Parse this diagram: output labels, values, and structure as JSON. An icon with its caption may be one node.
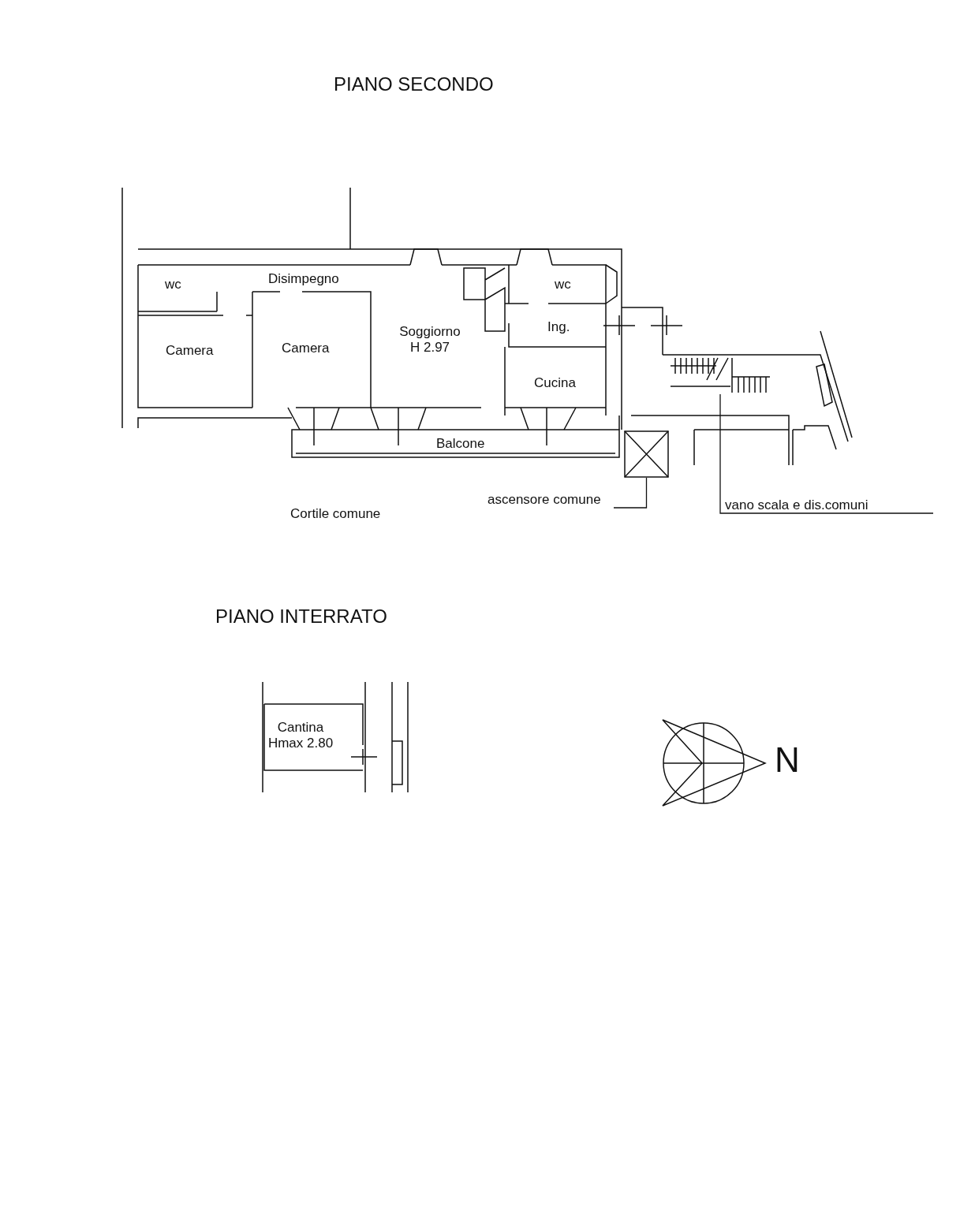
{
  "diagram": {
    "nodes": [
      {
        "text": [
          "ascensore comune"
        ]
      },
      {
        "text": [],
        "shape": "box"
      },
      {
        "text": [
          "vano scala e dis.comuni"
        ]
      },
      {
        "text": [],
        "shape": "picture"
      }
    ],
    "edges": [
      {
        "from": 0,
        "to": 1,
        "arrow": "none"
      },
      {
        "from": 2,
        "to": 3,
        "arrow": "none"
      }
    ],
    "labels": [
      "PIANO SECONDO",
      "wc",
      "Disimpegno",
      "wc",
      "Ing.",
      "Camera",
      "Camera",
      "Soggiorno H 2.97",
      "Cucina",
      "Balcone",
      "Cortile comune",
      "PIANO INTERRATO",
      "Cantina Hmax 2.80",
      "N"
    ]
  }
}
